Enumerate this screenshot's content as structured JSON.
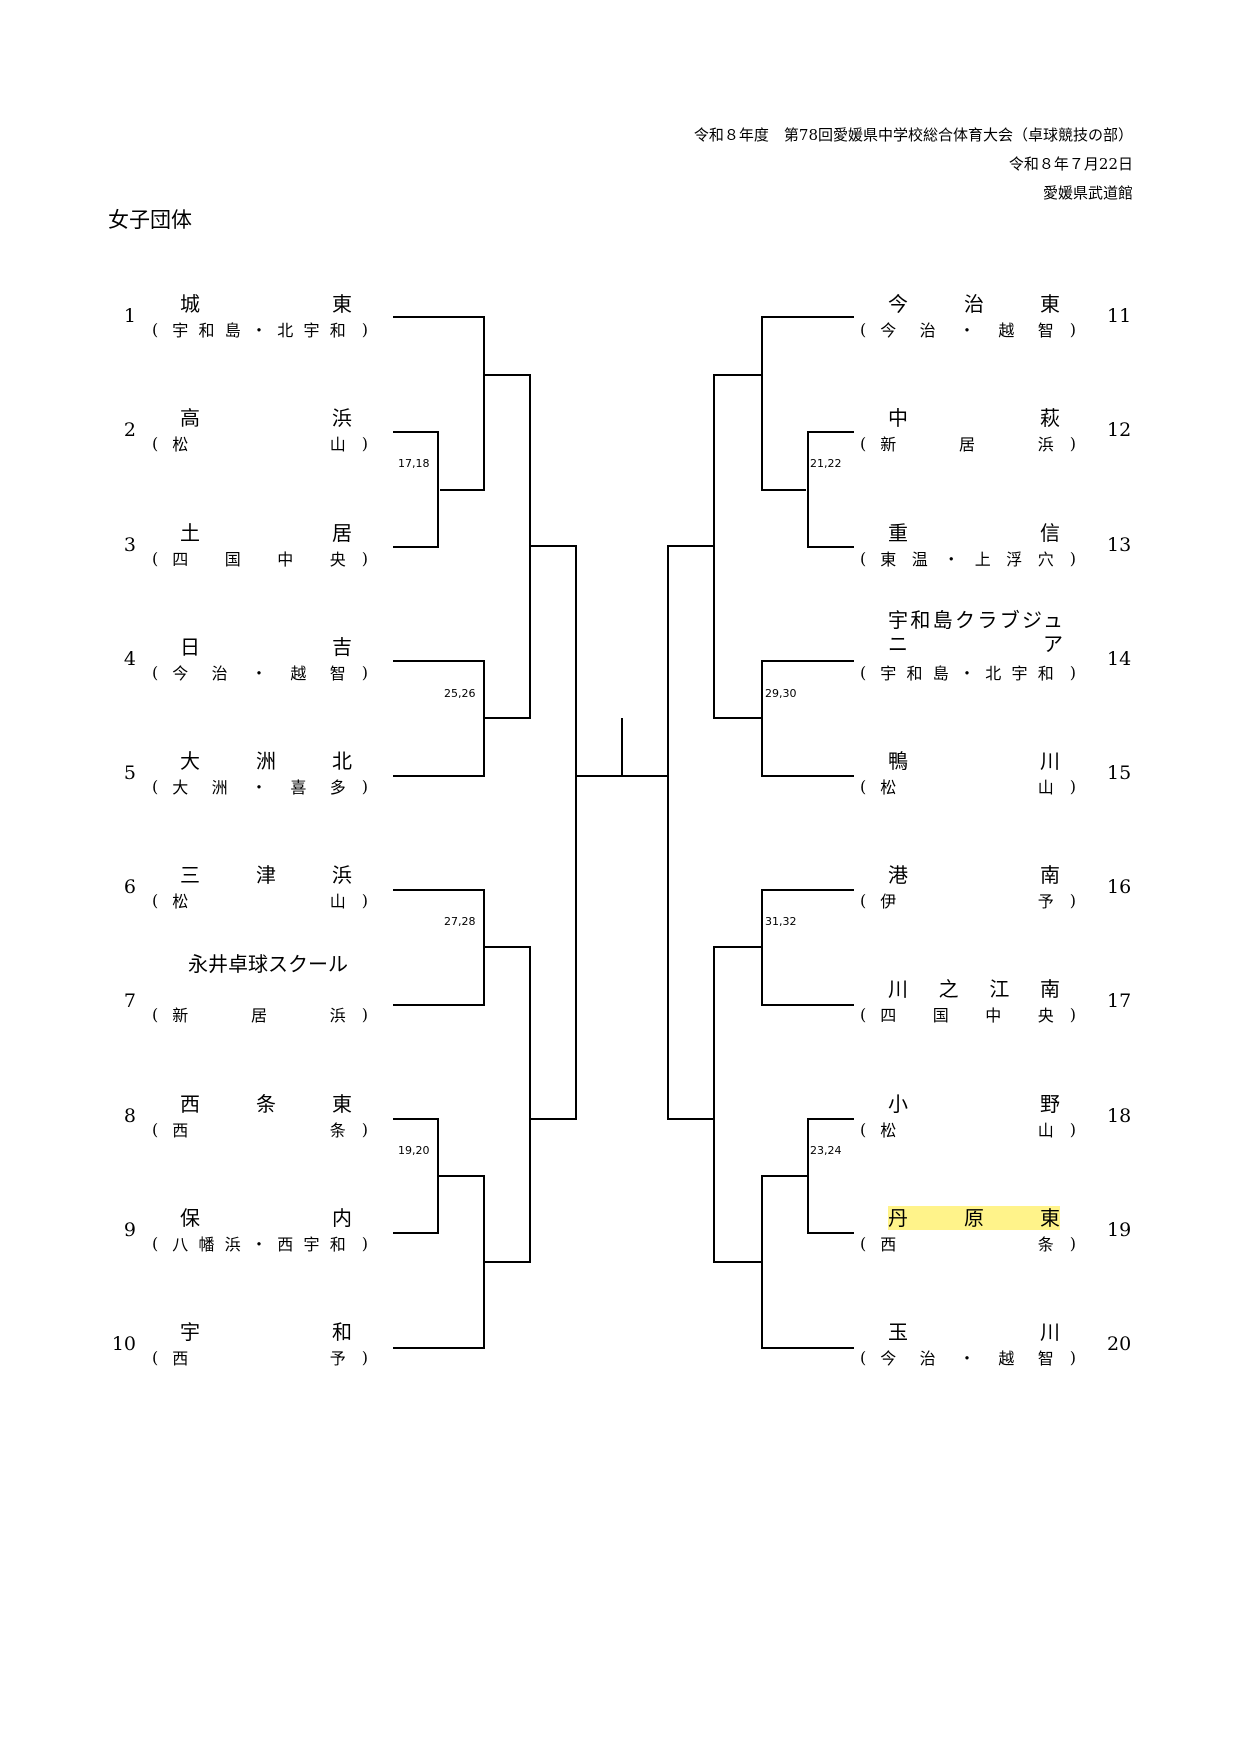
{
  "header": {
    "event_line": "令和８年度　第78回愛媛県中学校総合体育大会（卓球競技の部）",
    "date_line": "令和８年７月22日",
    "venue_line": "愛媛県武道館"
  },
  "title": "女子団体",
  "left_teams": [
    {
      "no": "1",
      "name": "城　　　　　東",
      "area": "宇和島・北宇和"
    },
    {
      "no": "2",
      "name": "高　　　　　浜",
      "area": "松　　　　山"
    },
    {
      "no": "3",
      "name": "土　　　　　居",
      "area": "四　国　中　央"
    },
    {
      "no": "4",
      "name": "日　　　　　吉",
      "area": "今　治　・　越　智"
    },
    {
      "no": "5",
      "name": "大　　洲　　北",
      "area": "大　洲　・　喜　多"
    },
    {
      "no": "6",
      "name": "三　　津　　浜",
      "area": "松　　　　山"
    },
    {
      "no": "7",
      "name": "永井卓球スクール",
      "area": "新　　居　　浜"
    },
    {
      "no": "8",
      "name": "西　　条　　東",
      "area": "西　　　　条"
    },
    {
      "no": "9",
      "name": "保　　　　　内",
      "area": "八幡浜・西宇和"
    },
    {
      "no": "10",
      "name": "宇　　　　　和",
      "area": "西　　　　予"
    }
  ],
  "right_teams": [
    {
      "no": "11",
      "name": "今　　治　　東",
      "area": "今　治　・　越　智"
    },
    {
      "no": "12",
      "name": "中　　　　　萩",
      "area": "新　　居　　浜"
    },
    {
      "no": "13",
      "name": "重　　　　　信",
      "area": "東温・上浮穴"
    },
    {
      "no": "14",
      "name": "宇和島クラブジュニア",
      "area": "宇和島・北宇和"
    },
    {
      "no": "15",
      "name": "鴨　　　　　川",
      "area": "松　　　　山"
    },
    {
      "no": "16",
      "name": "港　　　　　南",
      "area": "伊　　　　予"
    },
    {
      "no": "17",
      "name": "川　之　江　南",
      "area": "四　国　中　央"
    },
    {
      "no": "18",
      "name": "小　　　　　野",
      "area": "松　　　　山"
    },
    {
      "no": "19",
      "name": "丹　　原　　東",
      "area": "西　　　　条"
    },
    {
      "no": "20",
      "name": "玉　　　　　川",
      "area": "今　治　・　越　智"
    }
  ],
  "match_labels": {
    "m1718": "17,18",
    "m2526": "25,26",
    "m2728": "27,28",
    "m1920": "19,20",
    "m2122": "21,22",
    "m2930": "29,30",
    "m3132": "31,32",
    "m2324": "23,24"
  },
  "highlight": {
    "team_no": "19",
    "color": "#fff38a"
  }
}
